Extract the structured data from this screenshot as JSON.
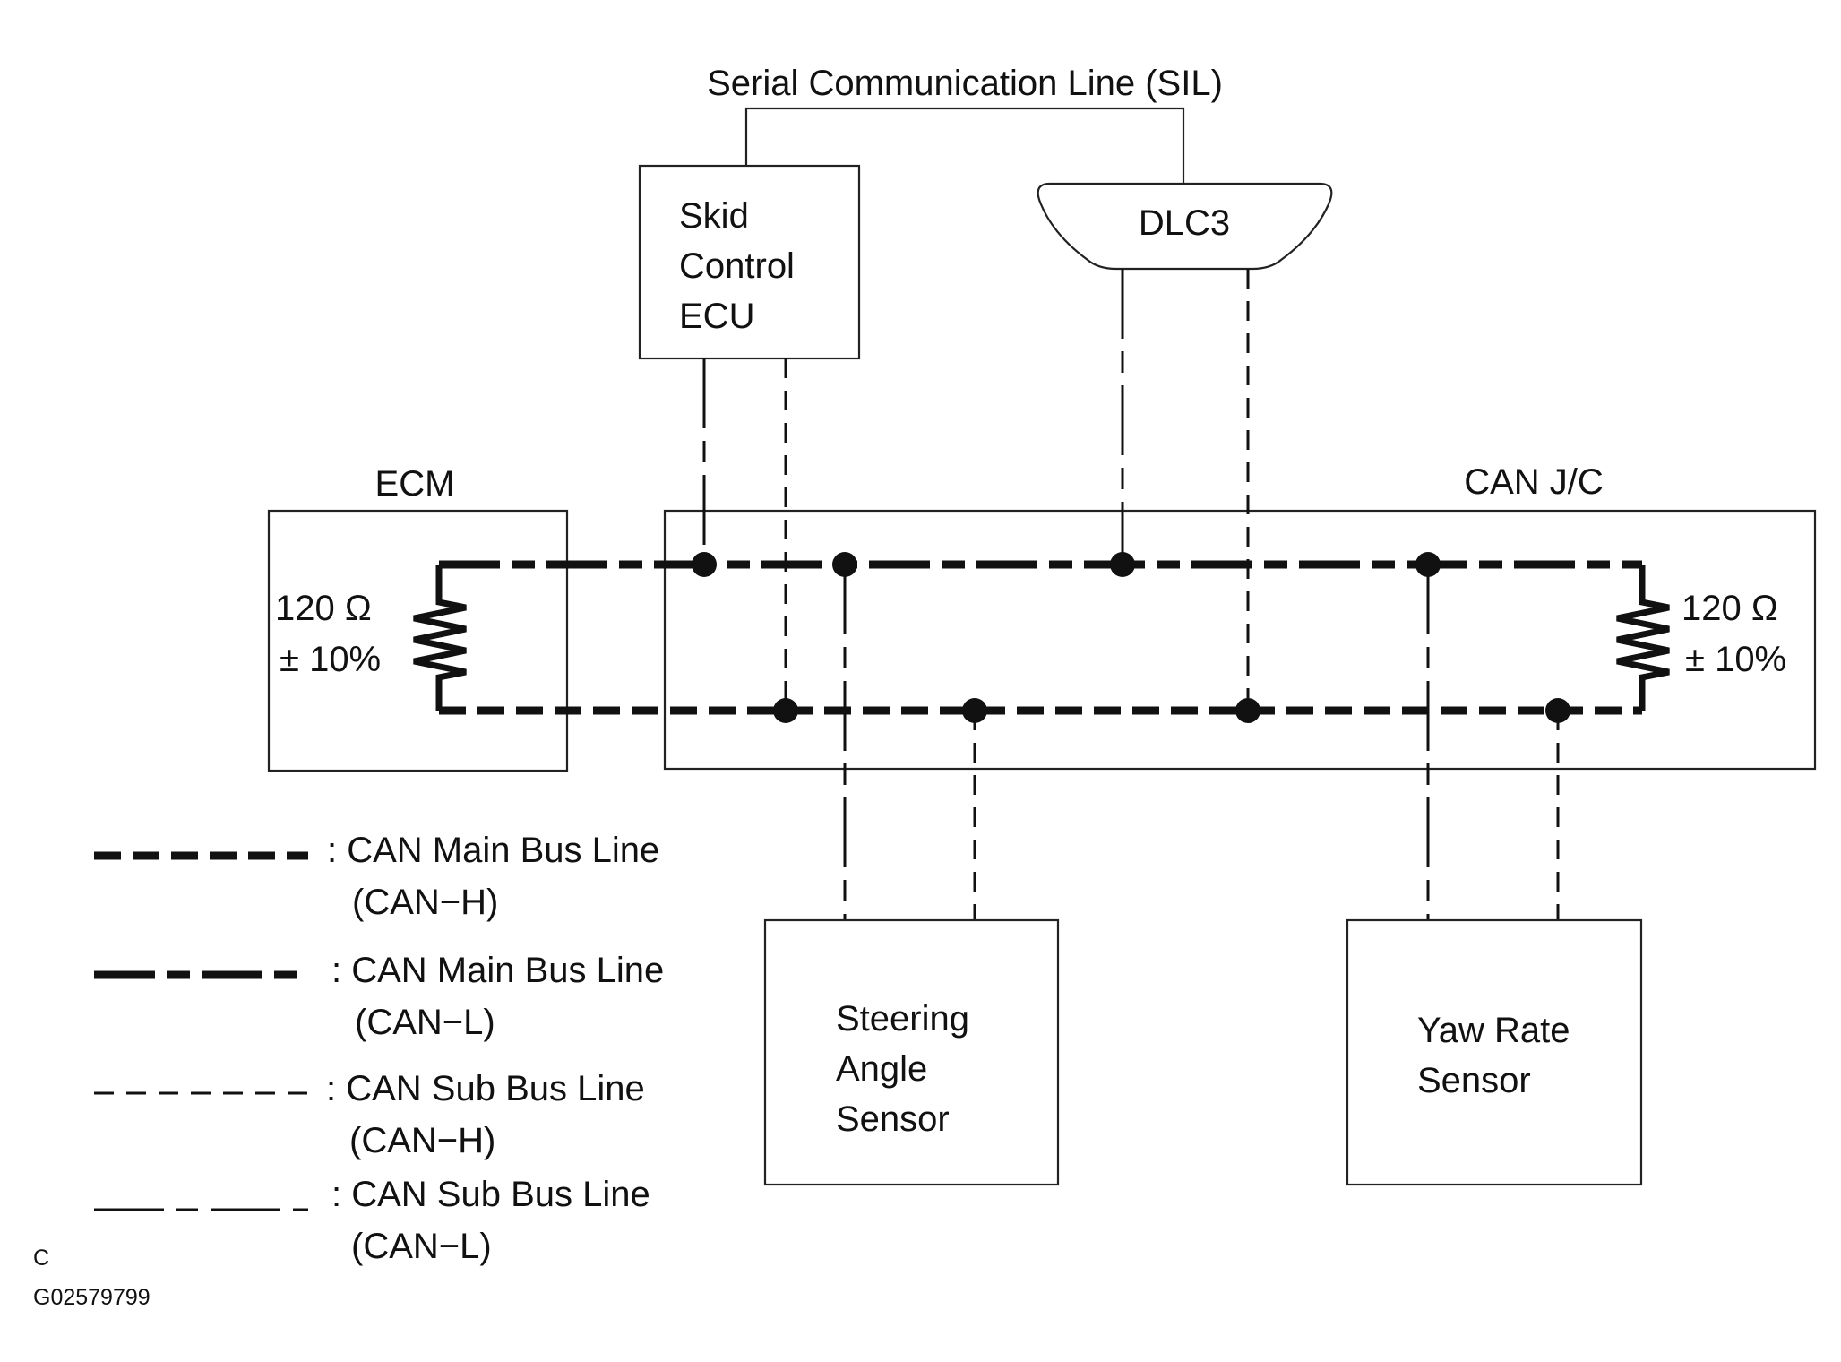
{
  "sil_label": "Serial Communication Line (SIL)",
  "components": {
    "skid_ecu": [
      "Skid",
      "Control",
      "ECU"
    ],
    "dlc3": "DLC3",
    "ecm": "ECM",
    "can_jc": "CAN J/C",
    "steering_sensor": [
      "Steering",
      "Angle",
      "Sensor"
    ],
    "yaw_sensor": [
      "Yaw Rate",
      "Sensor"
    ]
  },
  "resistors": {
    "left": {
      "value": "120 Ω",
      "tolerance": "± 10%"
    },
    "right": {
      "value": "120 Ω",
      "tolerance": "± 10%"
    }
  },
  "legend": [
    {
      "style": "main-h",
      "line1": ": CAN Main Bus Line",
      "line2": "(CAN−H)"
    },
    {
      "style": "main-l",
      "line1": ": CAN Main Bus Line",
      "line2": "(CAN−L)"
    },
    {
      "style": "sub-h",
      "line1": ": CAN Sub Bus Line",
      "line2": "(CAN−H)"
    },
    {
      "style": "sub-l",
      "line1": ": CAN Sub Bus Line",
      "line2": "(CAN−L)"
    }
  ],
  "footer": {
    "letter": "C",
    "code": "G02579799"
  }
}
